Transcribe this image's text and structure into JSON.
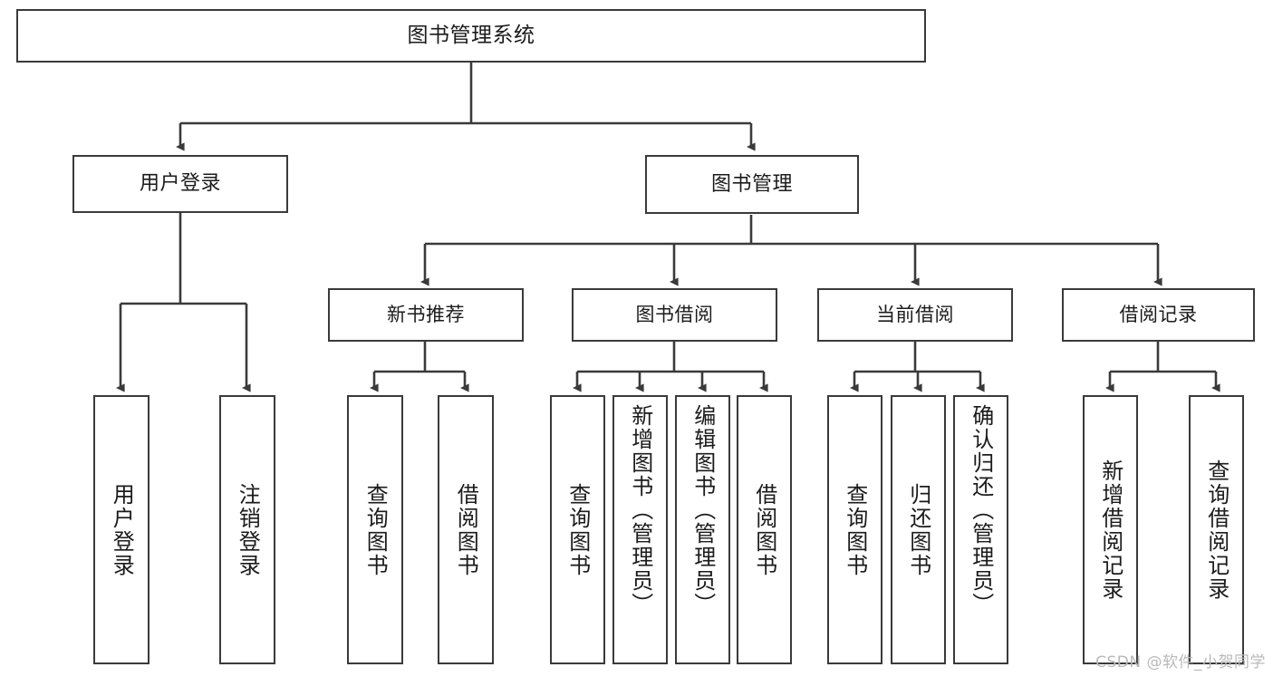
{
  "diagram": {
    "type": "tree",
    "title": "图书管理系统",
    "orientation": "top-down",
    "line_color": "#3a3a3a",
    "box_fill": "#ffffff",
    "text_color": "#1b1b1b"
  },
  "root": {
    "label": "图书管理系统"
  },
  "level2": [
    {
      "label": "用户登录"
    },
    {
      "label": "图书管理"
    }
  ],
  "level3": [
    {
      "label": "新书推荐"
    },
    {
      "label": "图书借阅"
    },
    {
      "label": "当前借阅"
    },
    {
      "label": "借阅记录"
    }
  ],
  "leaves": {
    "user_login": [
      {
        "label": "用户登录"
      },
      {
        "label": "注销登录"
      }
    ],
    "new_book": [
      {
        "label": "查询图书"
      },
      {
        "label": "借阅图书"
      }
    ],
    "book_borrow": [
      {
        "label": "查询图书"
      },
      {
        "label": "新增图书（管理员）"
      },
      {
        "label": "编辑图书（管理员）"
      },
      {
        "label": "借阅图书"
      }
    ],
    "current_borrow": [
      {
        "label": "查询图书"
      },
      {
        "label": "归还图书"
      },
      {
        "label": "确认归还（管理员）"
      }
    ],
    "borrow_record": [
      {
        "label": "新增借阅记录"
      },
      {
        "label": "查询借阅记录"
      }
    ]
  },
  "watermark": {
    "text": "CSDN @软件_小贺同学"
  }
}
